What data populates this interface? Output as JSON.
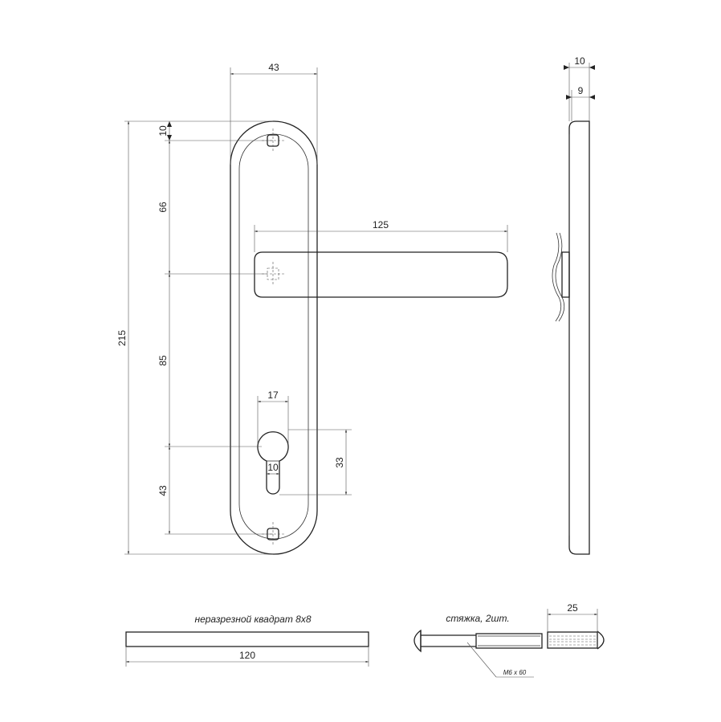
{
  "dimensions": {
    "plate_width": "43",
    "plate_height": "215",
    "top_hole_offset": "10",
    "hole_to_spindle": "66",
    "spindle_to_cylinder": "85",
    "cylinder_to_hole": "43",
    "lever_length": "125",
    "cylinder_width": "17",
    "cylinder_slot_width": "10",
    "cylinder_height": "33",
    "side_total_thickness": "10",
    "side_plate_thickness": "9",
    "spindle_length": "120",
    "sleeve_length": "25"
  },
  "captions": {
    "spindle": "неразрезной квадрат 8х8",
    "screws": "стяжка, 2шт.",
    "screw_size": "М6 х 60"
  }
}
